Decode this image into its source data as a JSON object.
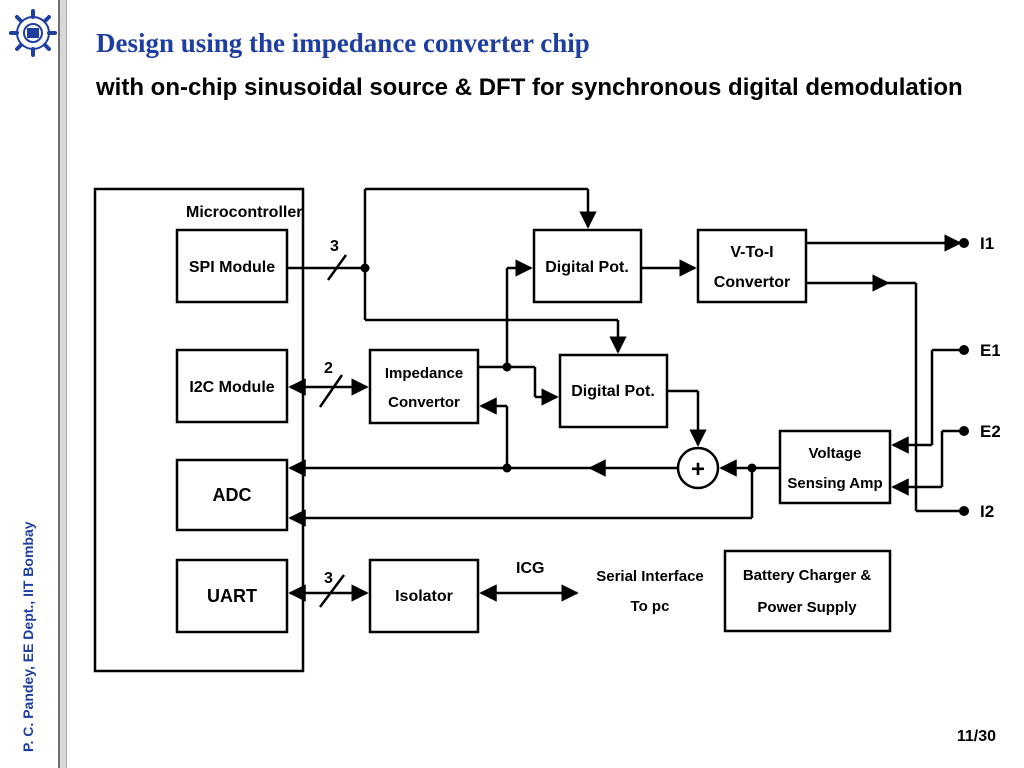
{
  "slide": {
    "title": "Design using the impedance converter chip",
    "subtitle": "with on-chip sinusoidal source & DFT for synchronous digital demodulation",
    "author": "P. C. Pandey, EE Dept., IIT Bombay",
    "page_number": "11/30",
    "colors": {
      "title": "#1f3fa0",
      "author": "#1f3fa0",
      "text": "#000000"
    },
    "logo_icon": "iit-bombay-seal-icon"
  },
  "diagram": {
    "microcontroller": "Microcontroller",
    "spi_module": "SPI Module",
    "i2c_module": "I2C Module",
    "adc": "ADC",
    "uart": "UART",
    "impedance_convertor": [
      "Impedance",
      "Convertor"
    ],
    "digital_pot_1": "Digital Pot.",
    "digital_pot_2": "Digital Pot.",
    "v_to_i": [
      "V-To-I",
      "Convertor"
    ],
    "voltage_sensing_amp": [
      "Voltage",
      "Sensing Amp"
    ],
    "isolator": "Isolator",
    "summer": "+",
    "serial_interface": [
      "Serial Interface",
      "To pc"
    ],
    "battery_charger": [
      "Battery Charger &",
      "Power Supply"
    ],
    "bus_spi": "3",
    "bus_i2c": "2",
    "bus_uart": "3",
    "icg_label": "ICG",
    "terminals": {
      "i1": "I1",
      "e1": "E1",
      "e2": "E2",
      "i2": "I2"
    }
  }
}
